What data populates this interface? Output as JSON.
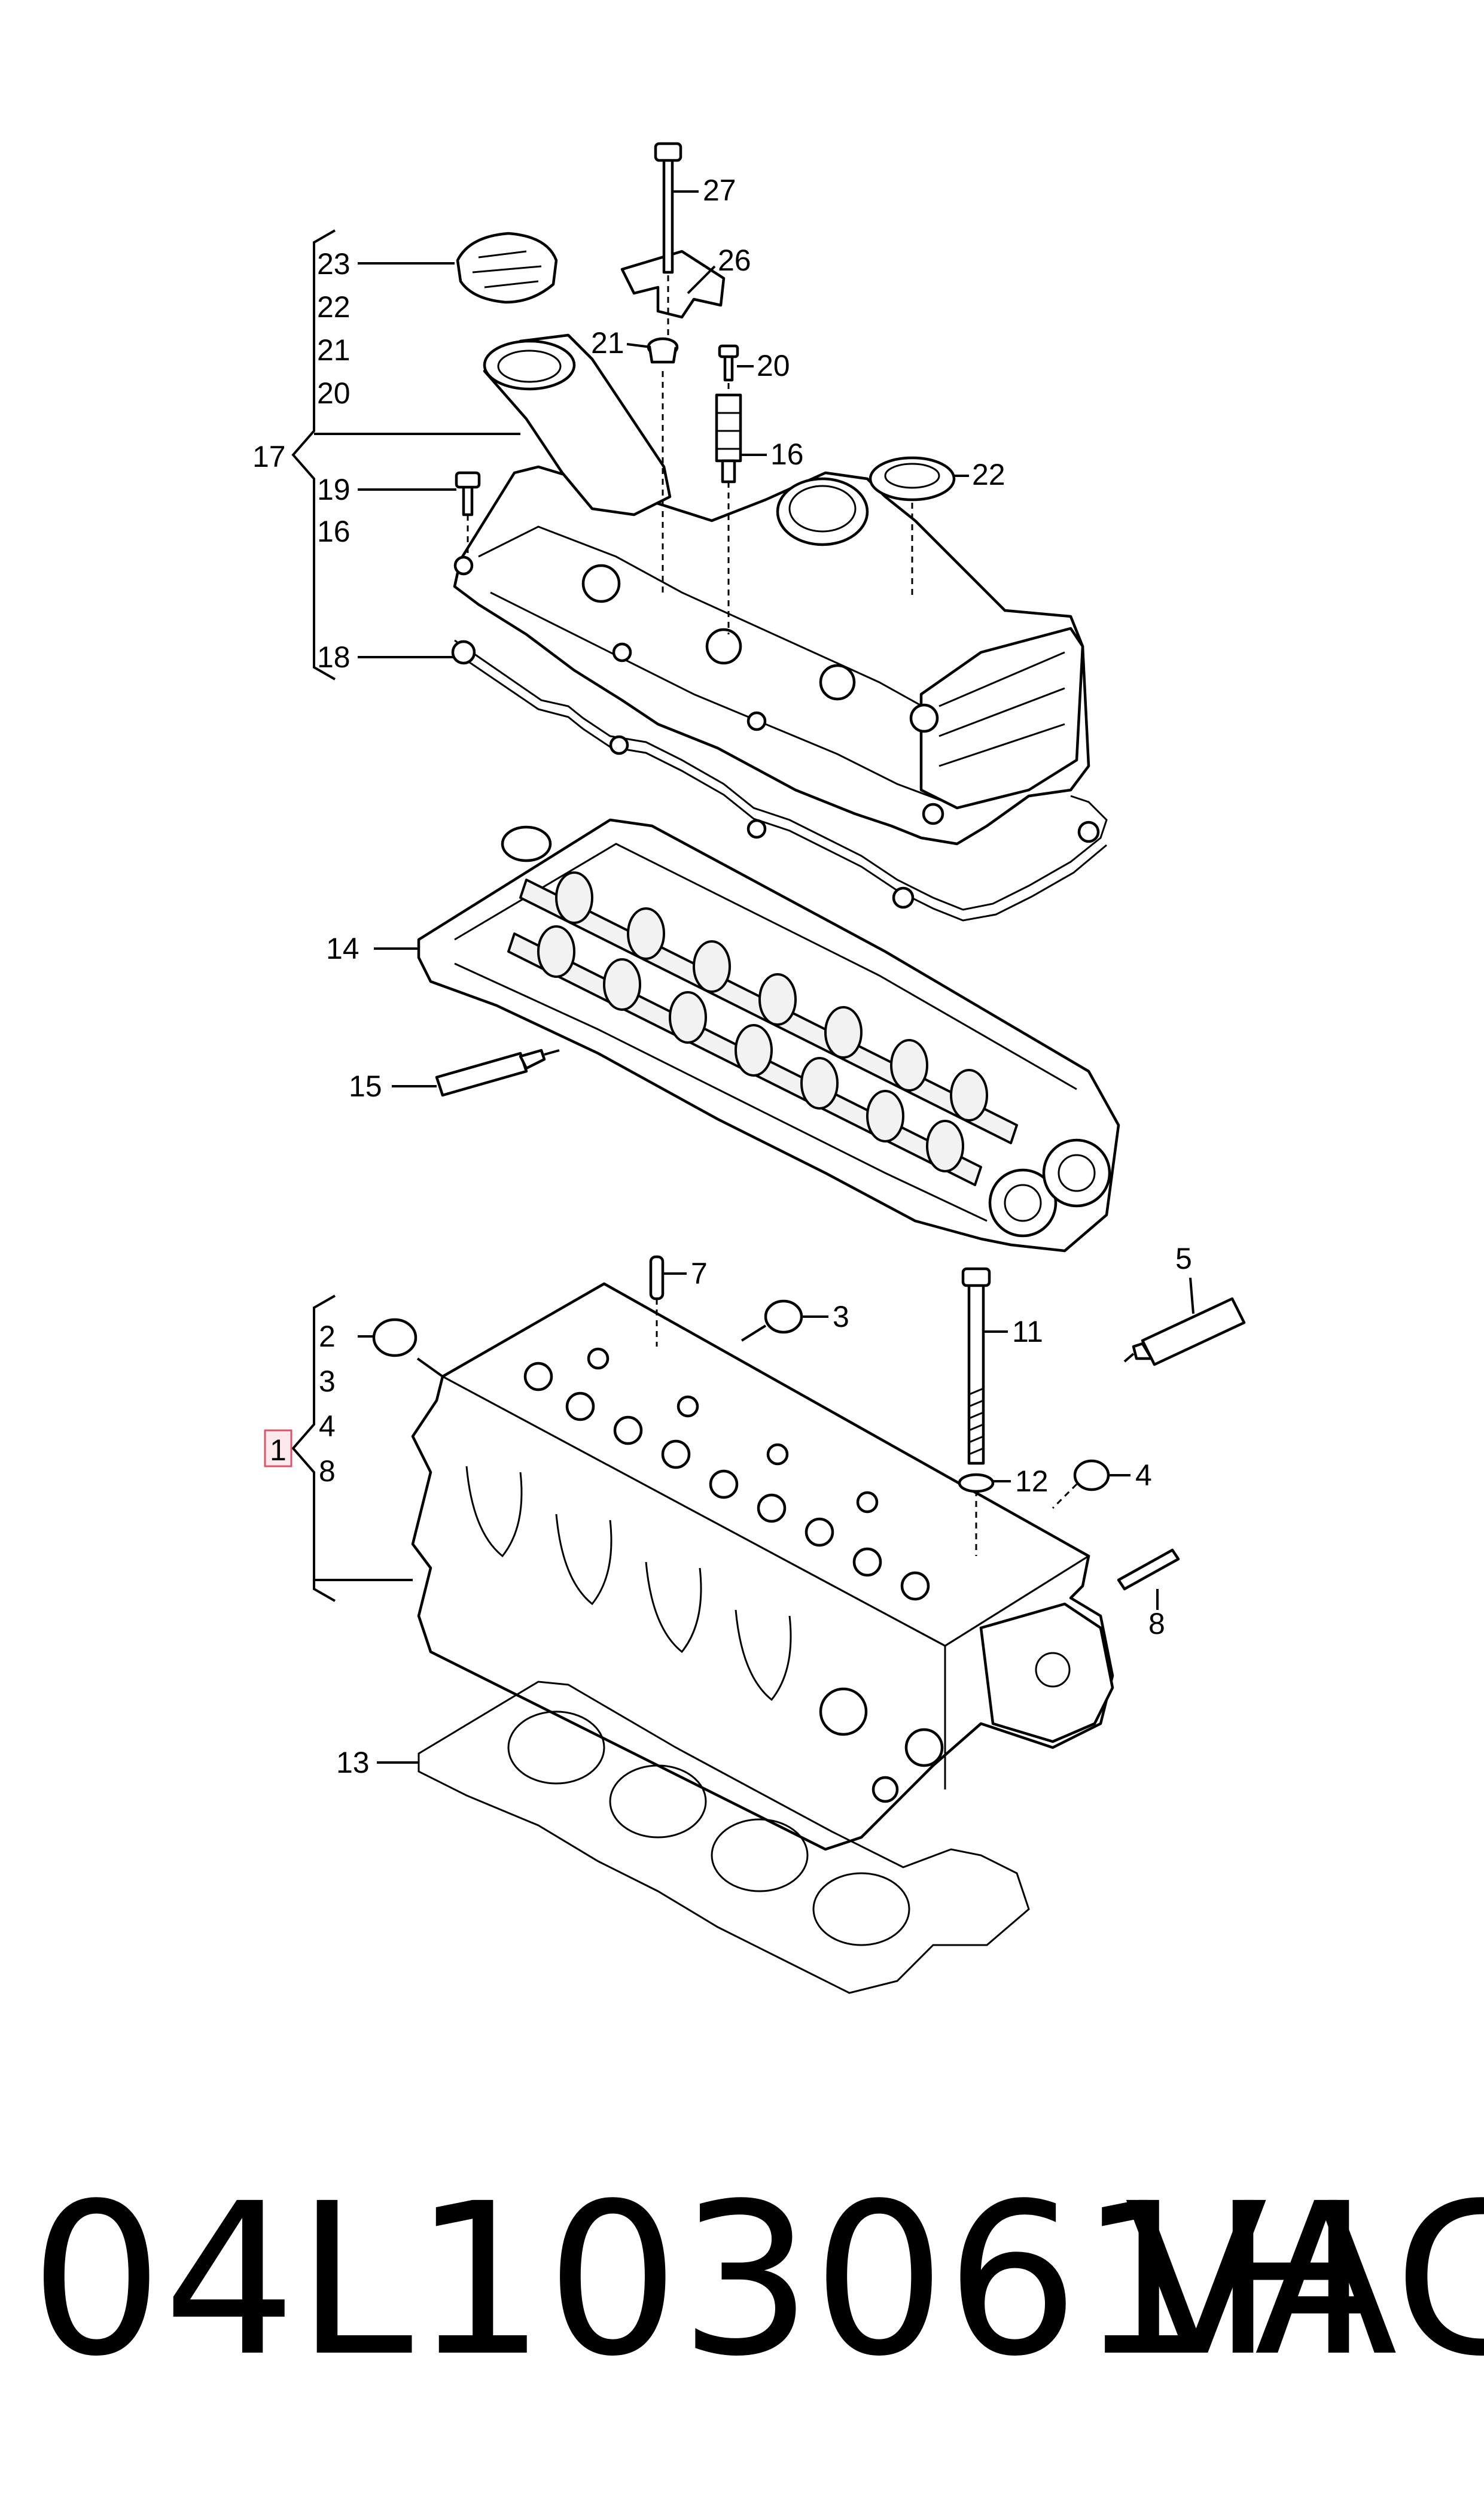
{
  "diagram": {
    "callouts": {
      "c27": "27",
      "c26": "26",
      "c23": "23",
      "c22a": "22",
      "c21a": "21",
      "c20a": "20",
      "c21b": "21",
      "c20b": "20",
      "c17": "17",
      "c16b": "16",
      "c22b": "22",
      "c19": "19",
      "c16a": "16",
      "c18": "18",
      "c14": "14",
      "c15": "15",
      "c7": "7",
      "c5": "5",
      "c2": "2",
      "c3a": "3",
      "c11": "11",
      "c3b": "3",
      "c1": "1",
      "c4a": "4",
      "c12": "12",
      "c4b": "4",
      "c8a": "8",
      "c8b": "8",
      "c13": "13"
    }
  },
  "footer": {
    "part_number": "04L103061H",
    "brand": "VAG"
  },
  "colors": {
    "line": "#000000",
    "background": "#ffffff",
    "highlight_fill": "#fde8ec",
    "highlight_stroke": "#d9546a"
  }
}
